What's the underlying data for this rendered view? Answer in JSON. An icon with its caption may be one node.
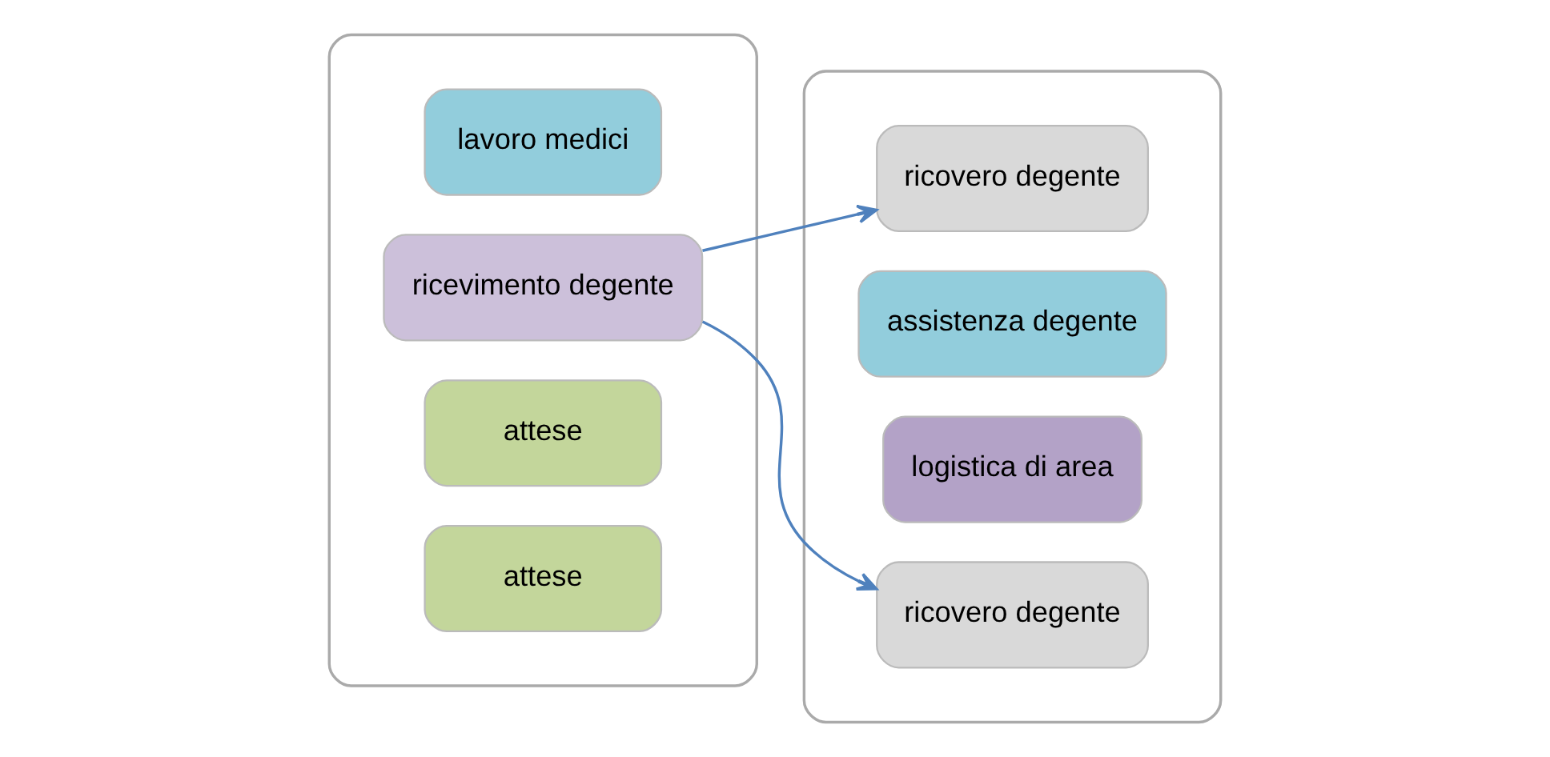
{
  "diagram": {
    "nodes": [
      {
        "text": [],
        "shape": "box"
      },
      {
        "text": [
          "lavoro medici"
        ],
        "in": 0
      },
      {
        "text": [
          "ricevimento degente"
        ],
        "in": 0
      },
      {
        "text": [
          "attese"
        ],
        "in": 0
      },
      {
        "text": [
          "attese"
        ],
        "in": 0
      },
      {
        "text": [],
        "shape": "box"
      },
      {
        "text": [
          "ricovero degente"
        ],
        "in": 5
      },
      {
        "text": [
          "assistenza degente"
        ],
        "in": 5
      },
      {
        "text": [
          "logistica di area"
        ],
        "in": 5
      },
      {
        "text": [
          "ricovero degente"
        ],
        "in": 5
      }
    ],
    "edges": [
      {
        "from": 2,
        "to": 6,
        "arrow": "to"
      },
      {
        "from": 2,
        "to": 9,
        "arrow": "to"
      }
    ]
  }
}
